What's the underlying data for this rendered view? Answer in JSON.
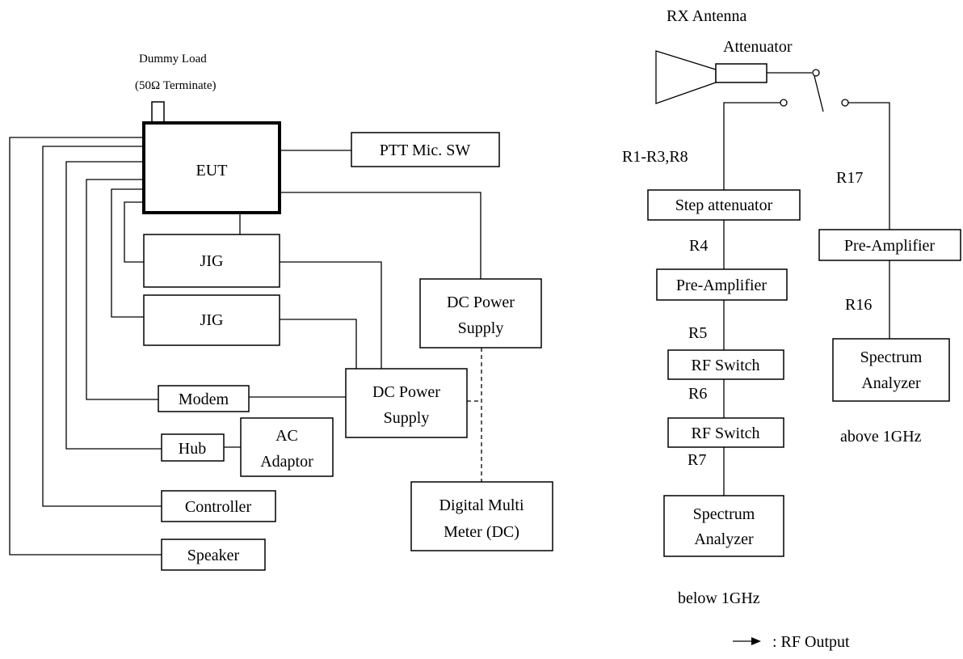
{
  "left_setup": {
    "dummy_load_line1": "Dummy Load",
    "dummy_load_line2": "(50Ω  Terminate)",
    "eut": "EUT",
    "ptt": "PTT Mic. SW",
    "jig1": "JIG",
    "jig2": "JIG",
    "dc_power_1_line1": "DC Power",
    "dc_power_1_line2": "Supply",
    "dc_power_2_line1": "DC Power",
    "dc_power_2_line2": "Supply",
    "modem": "Modem",
    "hub": "Hub",
    "ac_adaptor_line1": "AC",
    "ac_adaptor_line2": "Adaptor",
    "controller": "Controller",
    "speaker": "Speaker",
    "dmm_line1": "Digital Multi",
    "dmm_line2": "Meter (DC)"
  },
  "right_setup": {
    "rx_antenna": "RX Antenna",
    "attenuator": "Attenuator",
    "cable_r1_r3_r8": "R1-R3,R8",
    "step_attenuator": "Step attenuator",
    "cable_r4": "R4",
    "pre_amp_low": "Pre-Amplifier",
    "cable_r5": "R5",
    "rf_switch_1": "RF Switch",
    "cable_r6": "R6",
    "rf_switch_2": "RF Switch",
    "cable_r7": "R7",
    "spectrum_low_line1": "Spectrum",
    "spectrum_low_line2": "Analyzer",
    "below_label": "below 1GHz",
    "cable_r17": "R17",
    "pre_amp_high": "Pre-Amplifier",
    "cable_r16": "R16",
    "spectrum_high_line1": "Spectrum",
    "spectrum_high_line2": "Analyzer",
    "above_label": "above 1GHz"
  },
  "legend": {
    "rf_output": ": RF Output"
  }
}
